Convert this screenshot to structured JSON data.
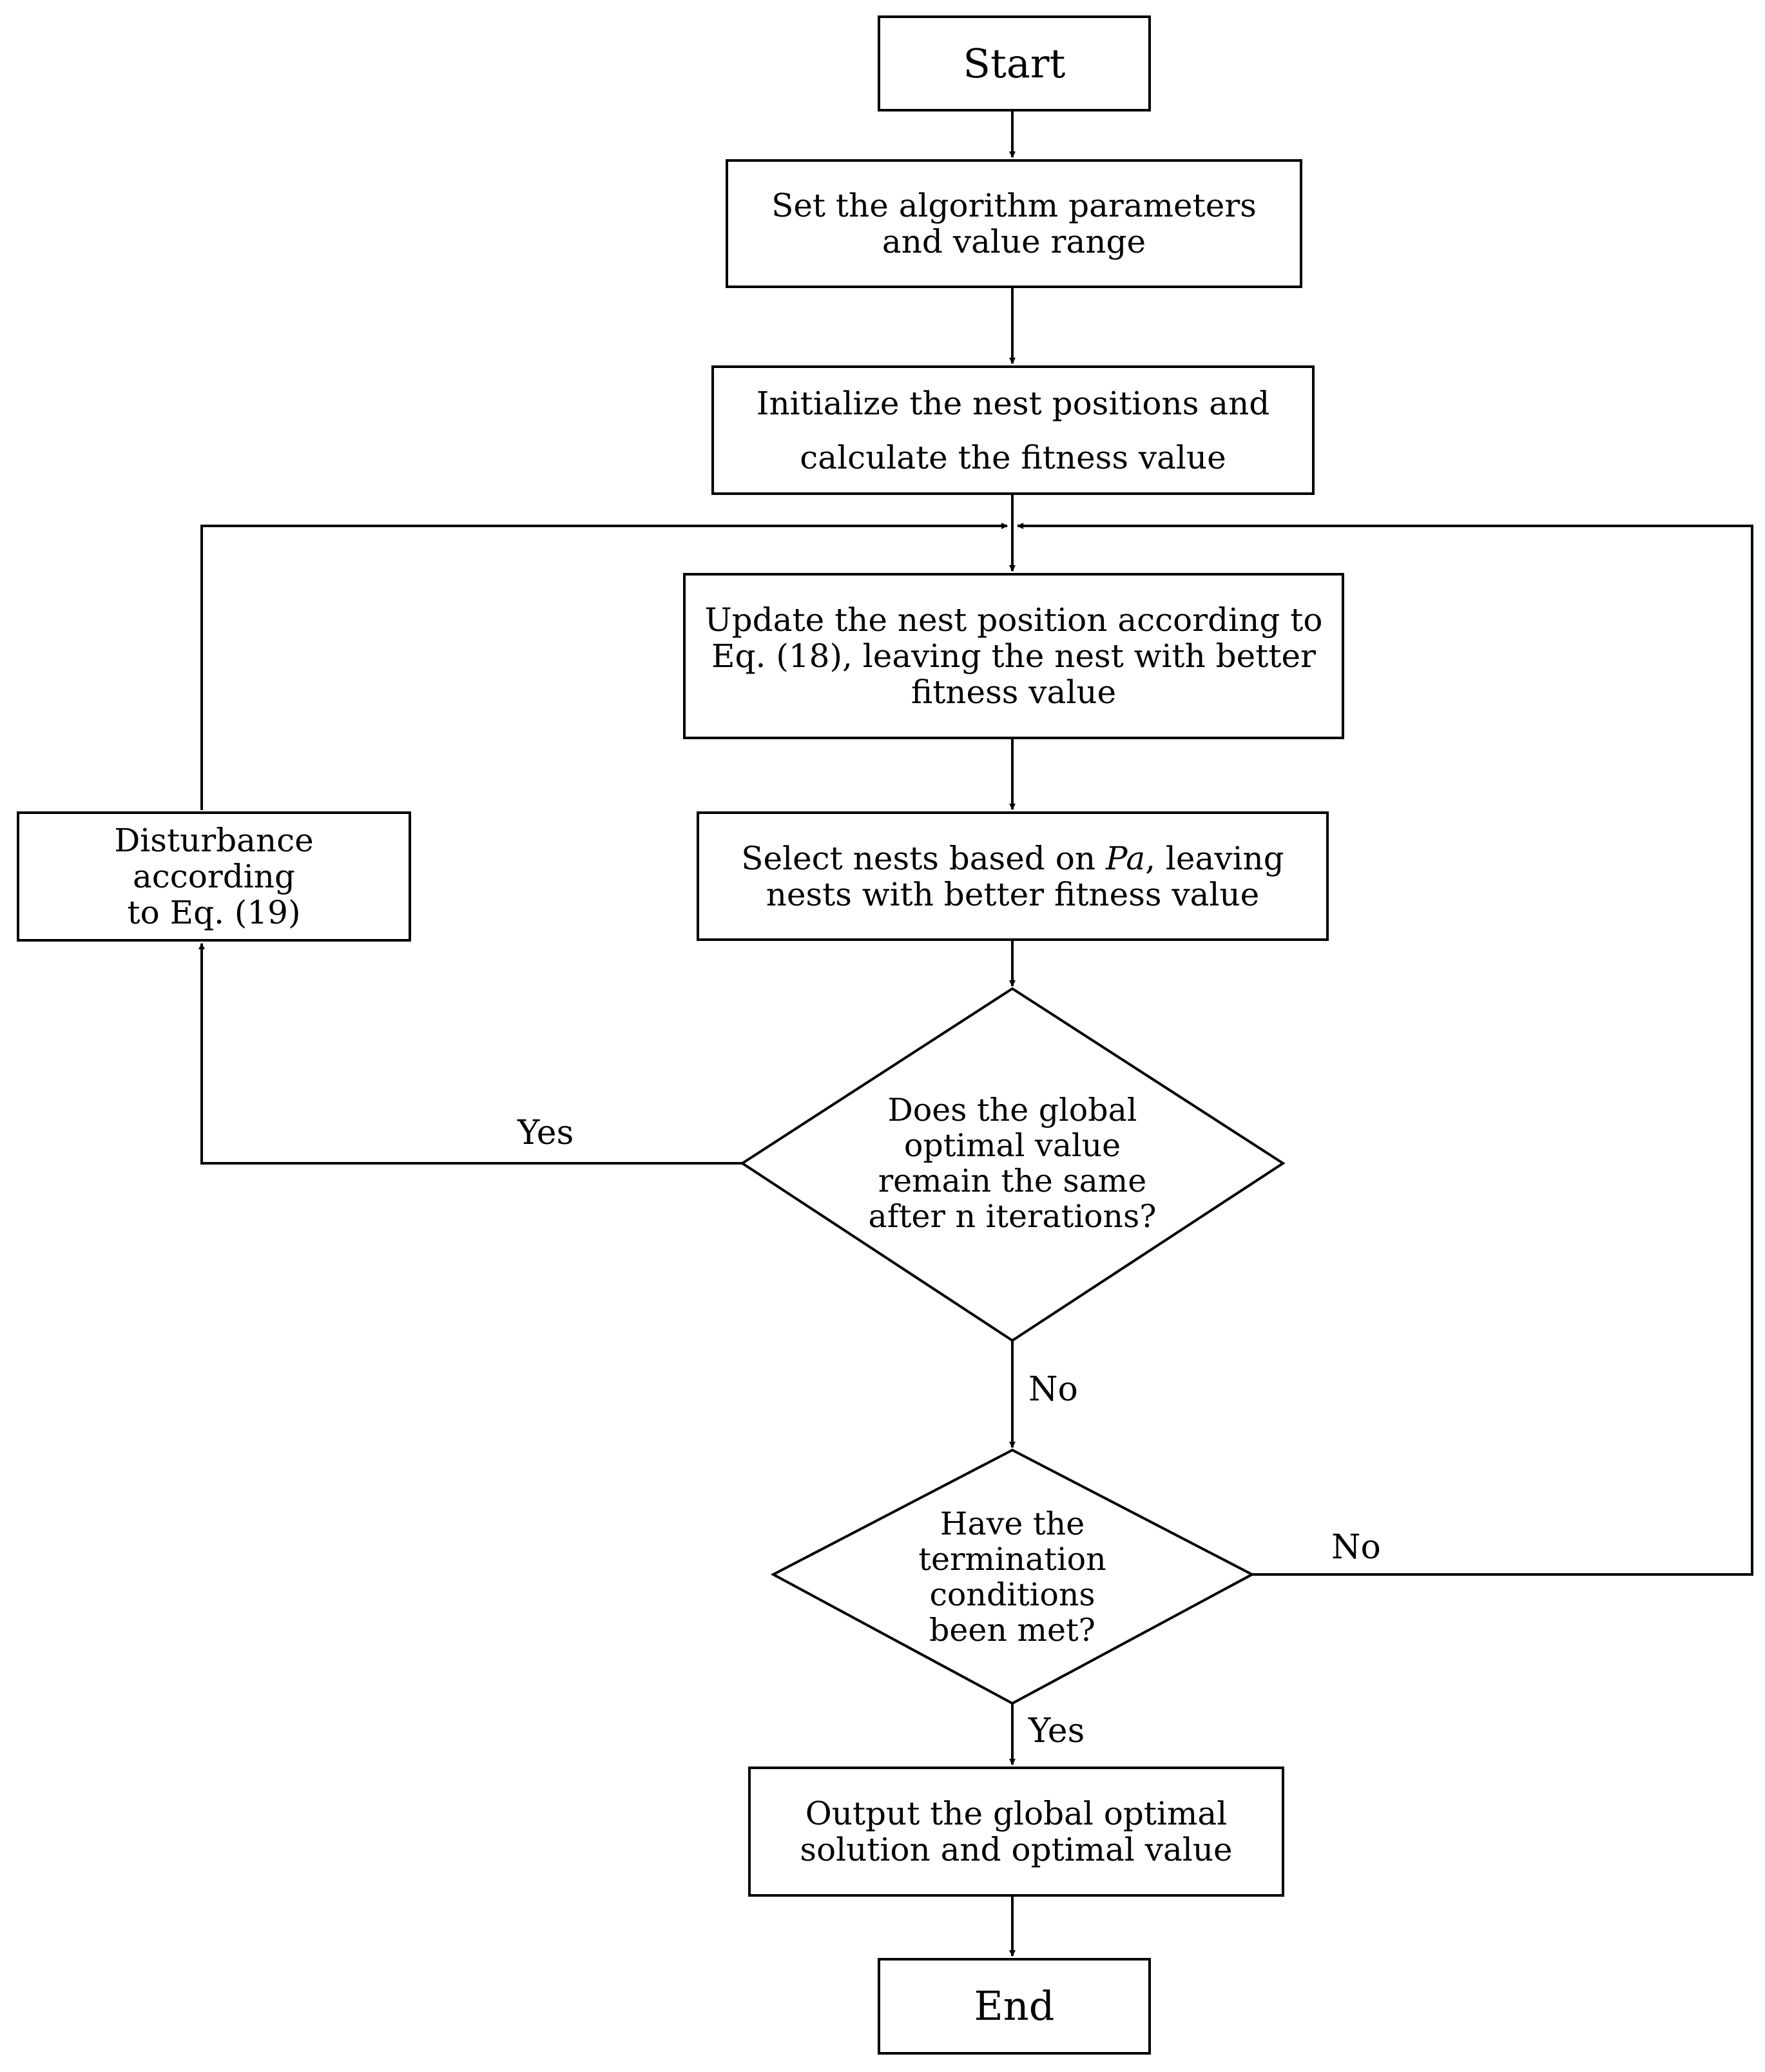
{
  "nodes": {
    "start": "Start",
    "set_params": [
      "Set the algorithm parameters",
      "and value range"
    ],
    "initialize": [
      "Initialize the nest positions and",
      "calculate the fitness value"
    ],
    "update": [
      "Update the nest position according to",
      "Eq. (18), leaving the nest with better",
      "fitness value"
    ],
    "select": {
      "prefix": "Select nests based on ",
      "symbol": "Pa",
      "suffix": ", leaving",
      "line2": "nests with better fitness value"
    },
    "disturbance": [
      "Disturbance according",
      "to Eq. (19)"
    ],
    "decision_global": [
      "Does the global",
      "optimal value",
      "remain the same",
      "after n iterations?"
    ],
    "decision_termination": [
      "Have the",
      "termination",
      "conditions",
      "been met?"
    ],
    "output": [
      "Output the global optimal",
      "solution and optimal value"
    ],
    "end": "End"
  },
  "edge_labels": {
    "global_yes": "Yes",
    "global_no": "No",
    "termination_no": "No",
    "termination_yes": "Yes"
  }
}
